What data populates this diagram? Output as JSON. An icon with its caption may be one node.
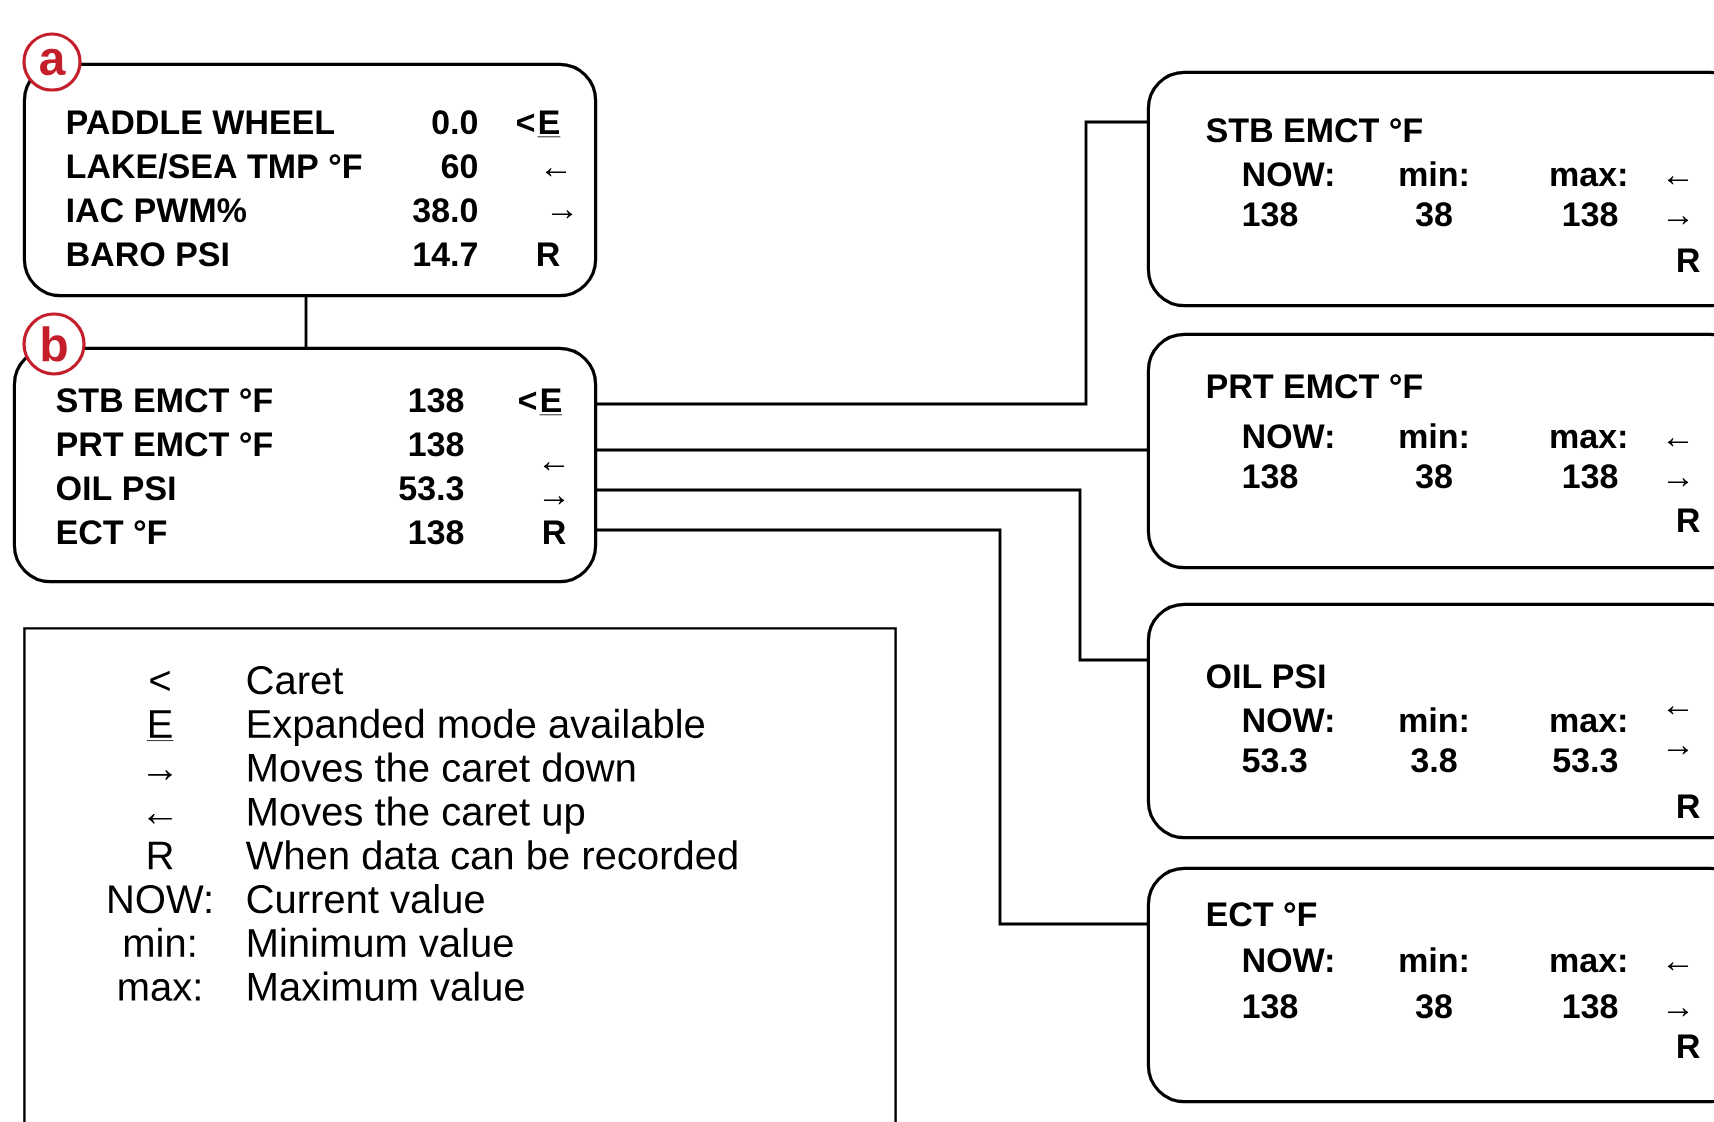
{
  "diagram": {
    "nodes": [
      {
        "text": [
          "a"
        ]
      },
      {
        "text": [
          "PADDLE WHEEL",
          "0.0",
          "<",
          "E",
          "LAKE/SEA TMP °F",
          "60",
          "←",
          "IAC PWM%",
          "38.0",
          "→",
          "BARO PSI",
          "14.7",
          "R"
        ]
      },
      {
        "text": [
          "b"
        ]
      },
      {
        "text": [
          "STB EMCT °F",
          "138",
          "<",
          "E",
          "PRT EMCT °F",
          "138",
          "←",
          "OIL PSI",
          "53.3",
          "→",
          "ECT °F",
          "138",
          "R"
        ]
      },
      {
        "text": [
          "STB EMCT °F",
          "NOW:",
          "min:",
          "max:",
          "←",
          "138",
          "38",
          "138",
          "→",
          "R"
        ]
      },
      {
        "text": [
          "PRT EMCT °F",
          "NOW:",
          "min:",
          "max:",
          "←",
          "138",
          "38",
          "138",
          "→",
          "R"
        ]
      },
      {
        "text": [
          "OIL PSI",
          "NOW:",
          "min:",
          "max:",
          "←",
          "53.3",
          "3.8",
          "53.3",
          "→",
          "R"
        ]
      },
      {
        "text": [
          "ECT °F",
          "NOW:",
          "min:",
          "max:",
          "←",
          "138",
          "38",
          "138",
          "→",
          "R"
        ]
      },
      {
        "text": [
          "<",
          "Caret",
          "E",
          "Expanded mode available",
          "→",
          "Moves the caret down",
          "←",
          "Moves the caret up",
          "R",
          "When data can be recorded",
          "NOW:",
          "Current value",
          "min:",
          "Minimum value",
          "max:",
          "Maximum value"
        ]
      }
    ],
    "edges": [
      {
        "from": 1,
        "to": 3,
        "arrow": "none"
      },
      {
        "from": 3,
        "to": 4,
        "arrow": "none"
      },
      {
        "from": 3,
        "to": 5,
        "arrow": "none"
      },
      {
        "from": 3,
        "to": 6,
        "arrow": "none"
      },
      {
        "from": 3,
        "to": 7,
        "arrow": "none"
      }
    ]
  }
}
